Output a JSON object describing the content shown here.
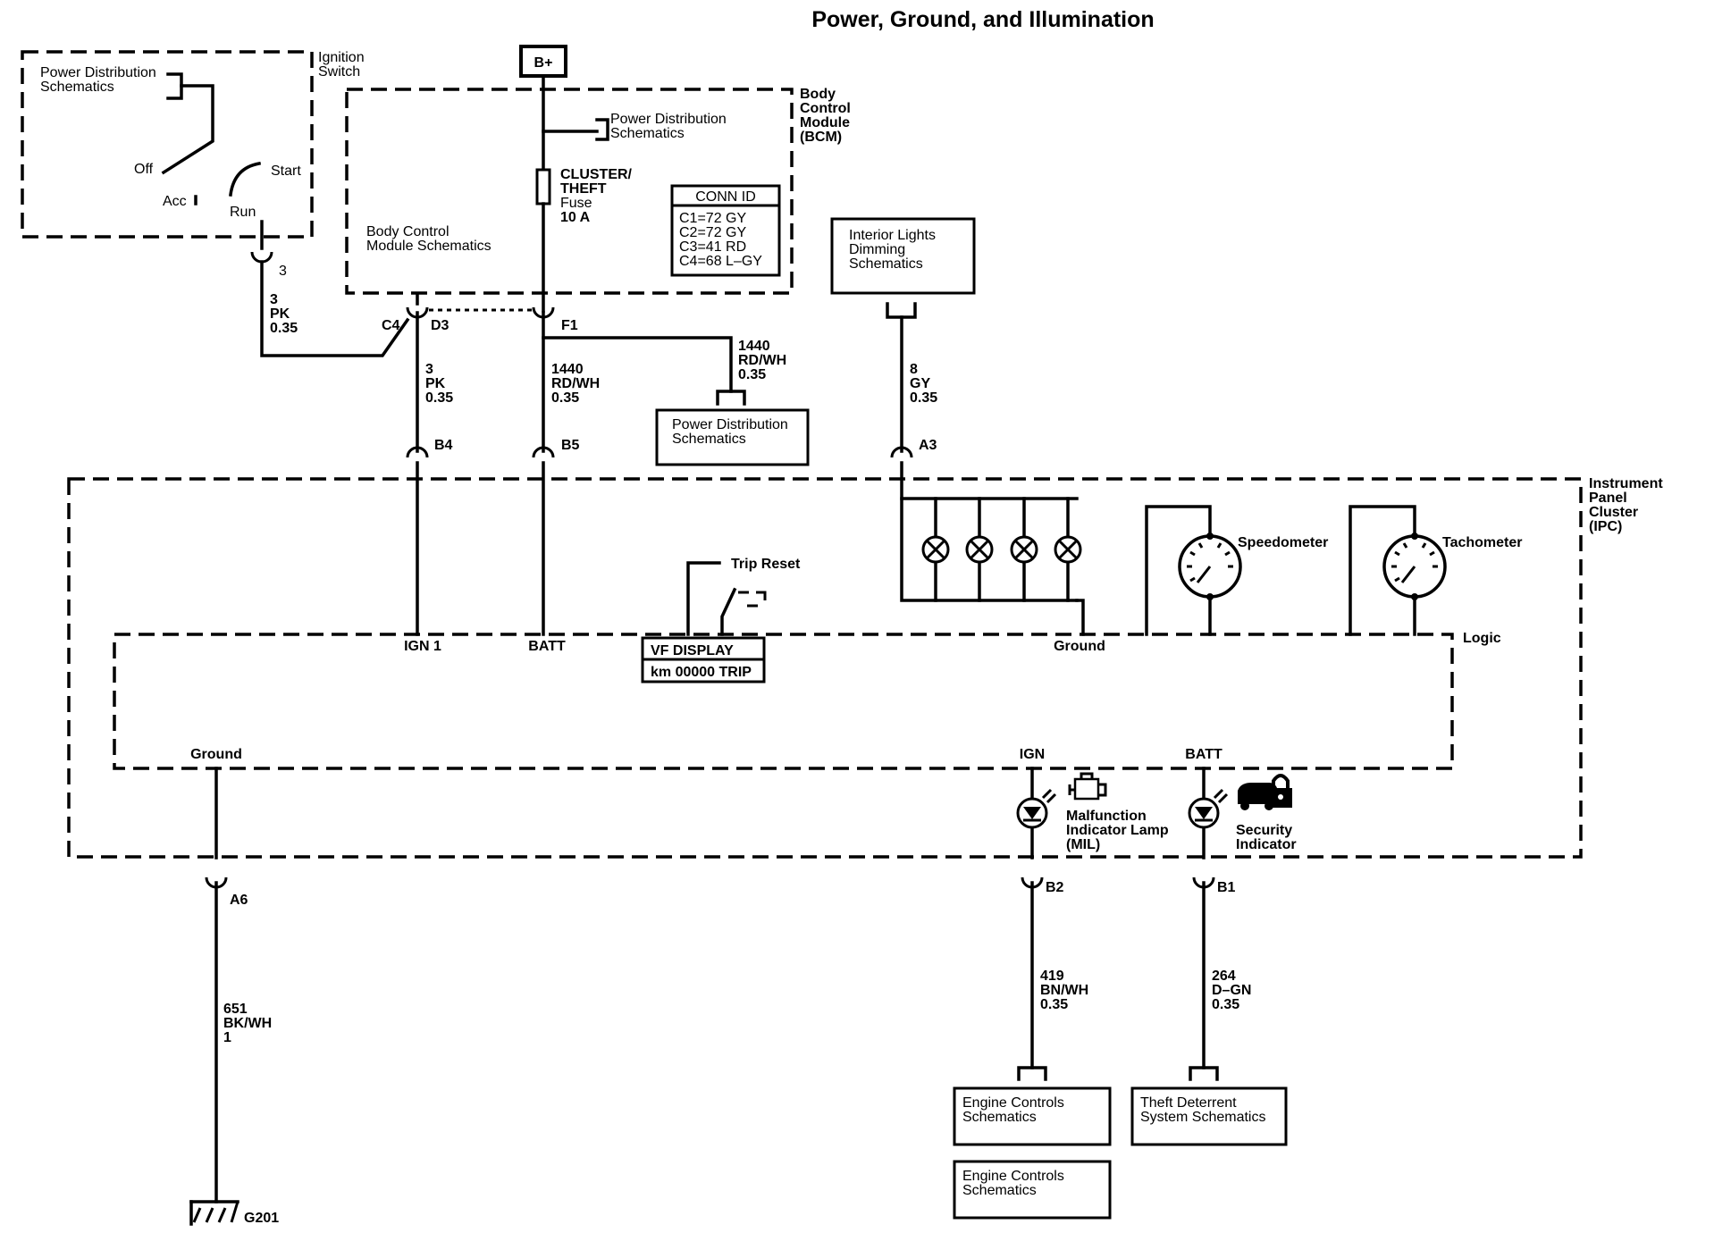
{
  "title": "Power, Ground, and Illumination",
  "ignition_switch": {
    "label": [
      "Ignition",
      "Switch"
    ],
    "pd_schematics": [
      "Power Distribution",
      "Schematics"
    ],
    "pos_off": "Off",
    "pos_acc": "Acc",
    "pos_run": "Run",
    "pos_start": "Start",
    "terminal": "3"
  },
  "battery": {
    "label": "B+"
  },
  "bcm": {
    "label": [
      "Body",
      "Control",
      "Module",
      "(BCM)"
    ],
    "pd_schematics": [
      "Power Distribution",
      "Schematics"
    ],
    "fuse": [
      "CLUSTER/",
      "THEFT",
      "Fuse",
      "10 A"
    ],
    "schematics": [
      "Body Control",
      "Module Schematics"
    ],
    "conn_id": {
      "header": "CONN ID",
      "rows": [
        "C1=72 GY",
        "C2=72 GY",
        "C3=41 RD",
        "C4=68 L–GY"
      ]
    },
    "pin_c4": "C4",
    "pin_d3": "D3",
    "pin_f1": "F1"
  },
  "wires": {
    "ign_run": [
      "3",
      "PK",
      "0.35"
    ],
    "bcm_ign": [
      "3",
      "PK",
      "0.35"
    ],
    "bcm_batt": [
      "1440",
      "RD/WH",
      "0.35"
    ],
    "pd_branch": [
      "1440",
      "RD/WH",
      "0.35"
    ],
    "dimming": [
      "8",
      "GY",
      "0.35"
    ],
    "ground": [
      "651",
      "BK/WH",
      "1"
    ],
    "mil": [
      "419",
      "BN/WH",
      "0.35"
    ],
    "security": [
      "264",
      "D–GN",
      "0.35"
    ]
  },
  "pd_box": [
    "Power Distribution",
    "Schematics"
  ],
  "interior_lights": [
    "Interior Lights",
    "Dimming",
    "Schematics"
  ],
  "ipc": {
    "label": [
      "Instrument",
      "Panel",
      "Cluster",
      "(IPC)"
    ],
    "pins": {
      "b4": "B4",
      "b5": "B5",
      "a3": "A3",
      "a6": "A6",
      "b2": "B2",
      "b1": "B1"
    },
    "logic": "Logic",
    "ign1": "IGN 1",
    "batt": "BATT",
    "ground_top": "Ground",
    "ground_bottom": "Ground",
    "ign": "IGN",
    "batt_bottom": "BATT",
    "trip_reset": "Trip Reset",
    "vf_display": [
      "VF DISPLAY",
      "km 00000 TRIP"
    ],
    "speedometer": "Speedometer",
    "tachometer": "Tachometer",
    "mil": [
      "Malfunction",
      "Indicator Lamp",
      "(MIL)"
    ],
    "security": [
      "Security",
      "Indicator"
    ]
  },
  "ground_id": "G201",
  "engine_controls_1": [
    "Engine Controls",
    "Schematics"
  ],
  "engine_controls_2": [
    "Engine Controls",
    "Schematics"
  ],
  "theft_deterrent": [
    "Theft Deterrent",
    "System Schematics"
  ]
}
